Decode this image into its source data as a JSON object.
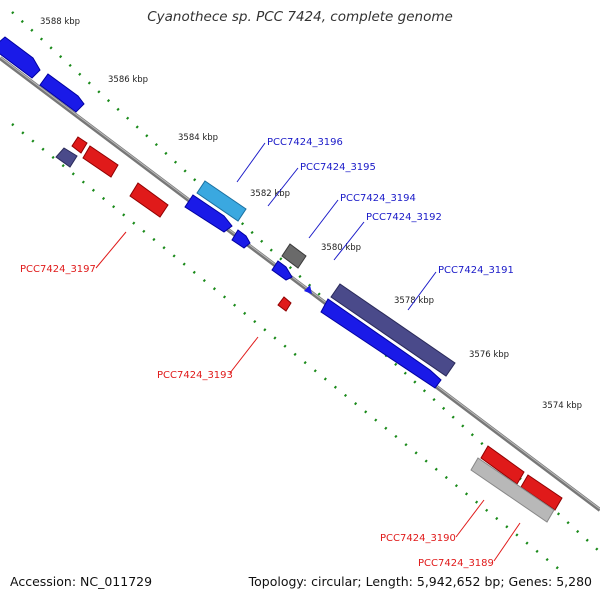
{
  "title": "Cyanothece sp. PCC 7424, complete genome",
  "footer": {
    "accession": "Accession: NC_011729",
    "stats": "Topology: circular; Length: 5,942,652 bp; Genes: 5,280"
  },
  "colors": {
    "backbone": "#808080",
    "tick": "#1a8a1a",
    "forward_label": "#1a1ac8",
    "reverse_label": "#e01a1a"
  },
  "scale_ticks": [
    {
      "label": "3588 kbp"
    },
    {
      "label": "3586 kbp"
    },
    {
      "label": "3584 kbp"
    },
    {
      "label": "3582 kbp"
    },
    {
      "label": "3580 kbp"
    },
    {
      "label": "3578 kbp"
    },
    {
      "label": "3576 kbp"
    },
    {
      "label": "3574 kbp"
    }
  ],
  "gene_labels": [
    {
      "id": "PCC7424_3196",
      "strand": "forward"
    },
    {
      "id": "PCC7424_3195",
      "strand": "forward"
    },
    {
      "id": "PCC7424_3194",
      "strand": "forward"
    },
    {
      "id": "PCC7424_3192",
      "strand": "forward"
    },
    {
      "id": "PCC7424_3191",
      "strand": "forward"
    },
    {
      "id": "PCC7424_3197",
      "strand": "reverse"
    },
    {
      "id": "PCC7424_3193",
      "strand": "reverse"
    },
    {
      "id": "PCC7424_3190",
      "strand": "reverse"
    },
    {
      "id": "PCC7424_3189",
      "strand": "reverse"
    }
  ]
}
